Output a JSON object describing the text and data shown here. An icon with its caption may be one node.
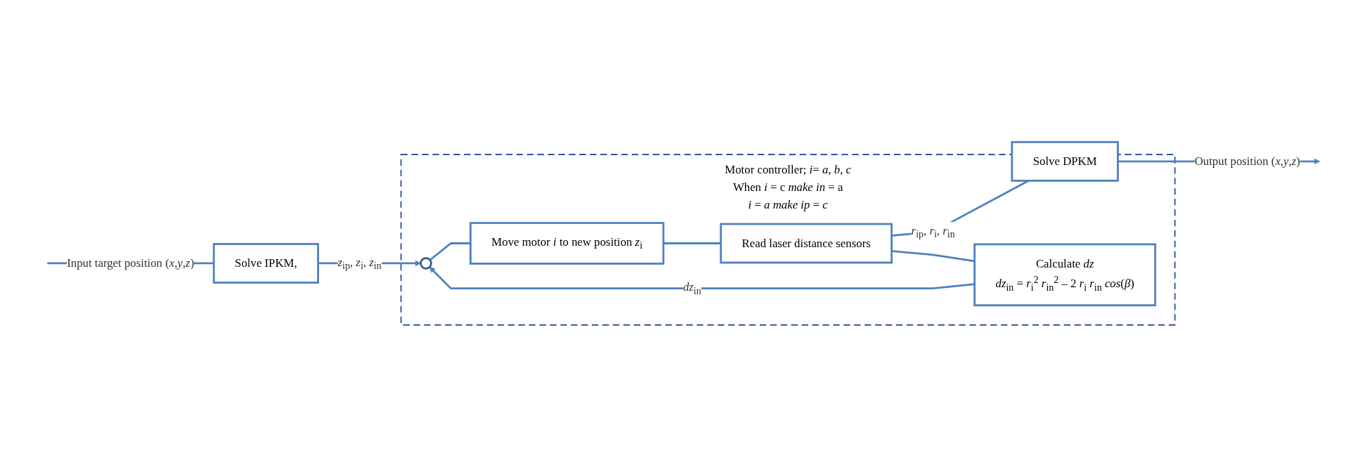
{
  "diagram": {
    "nodes": [
      {
        "text": [
          "Solve IPKM,"
        ]
      },
      {
        "text": [
          "Motor controller; *i*= *a*, *b*, *c*",
          "When *i* = c *make in* = a",
          "*i* = *a make ip* = *c*"
        ]
      },
      {
        "text": [],
        "shape": "circle",
        "in": 1
      },
      {
        "text": [
          "Move motor *i* to new position *z*$_{i}$"
        ],
        "in": 1
      },
      {
        "text": [
          "Read laser distance sensors"
        ],
        "in": 1
      },
      {
        "text": [
          "Calculate *dz*",
          "*dz*$_{in}$ = *r*$_{i}$$^{2}$ *r*$_{in}$$^{2}$ – 2 *r*$_{i}$ *r*$_{in}$ *cos*(*β*)"
        ],
        "in": 1
      },
      {
        "text": [
          "Solve DPKM"
        ]
      }
    ],
    "edges": [
      {
        "from": null,
        "to": 0,
        "arrow": "none",
        "label": "Input target position (*x*,*y*,*z*)"
      },
      {
        "from": 0,
        "to": 2,
        "arrow": "to",
        "label": "*z*$_{ip}$, *z*$_{i}$, *z*$_{in}$"
      },
      {
        "from": 2,
        "to": 3,
        "arrow": "none"
      },
      {
        "from": 3,
        "to": 4,
        "arrow": "none"
      },
      {
        "from": 4,
        "to": 6,
        "arrow": "none",
        "label": "*r*$_{ip}$, *r*$_{i}$, *r*$_{in}$"
      },
      {
        "from": 4,
        "to": 5,
        "arrow": "none"
      },
      {
        "from": 5,
        "to": 2,
        "arrow": "to",
        "label": "*dz*$_{in}$"
      },
      {
        "from": 6,
        "to": null,
        "arrow": "to",
        "label": "Output position (*x*,*y*,*z*)"
      }
    ]
  }
}
